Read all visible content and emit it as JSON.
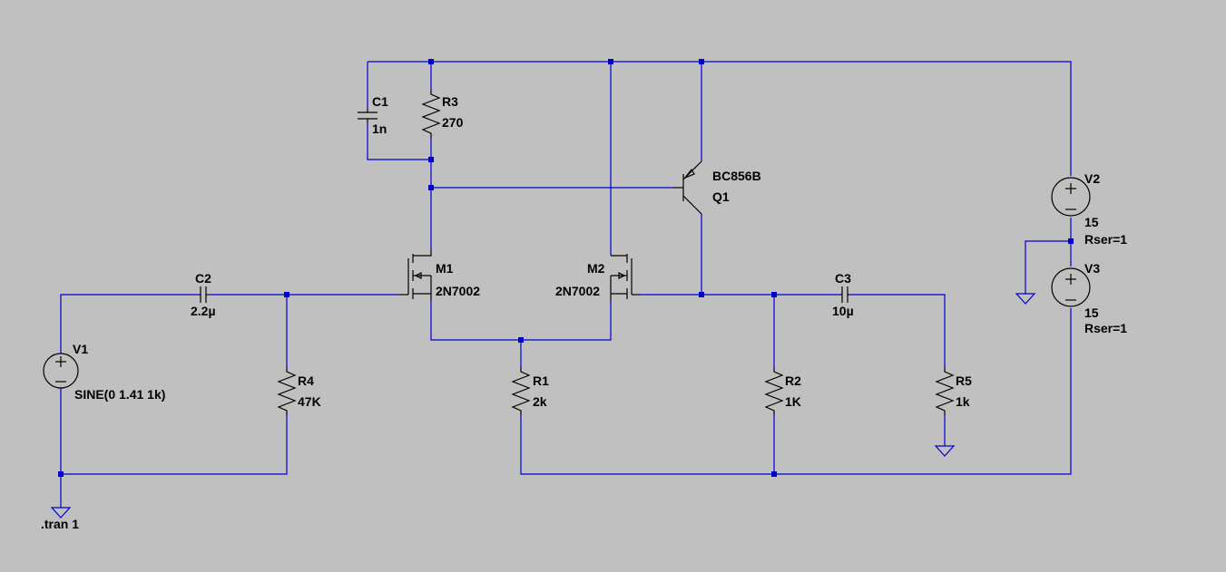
{
  "schematic": {
    "colors": {
      "background": "#c0c0c0",
      "wire": "#0000cc",
      "component": "#000000",
      "text": "#000000"
    },
    "components": {
      "C1": {
        "name": "C1",
        "value": "1n"
      },
      "R3": {
        "name": "R3",
        "value": "270"
      },
      "Q1": {
        "name": "Q1",
        "model": "BC856B"
      },
      "M1": {
        "name": "M1",
        "model": "2N7002"
      },
      "M2": {
        "name": "M2",
        "model": "2N7002"
      },
      "C2": {
        "name": "C2",
        "value": "2.2µ"
      },
      "C3": {
        "name": "C3",
        "value": "10µ"
      },
      "V1": {
        "name": "V1",
        "value": "SINE(0 1.41 1k)"
      },
      "V2": {
        "name": "V2",
        "value": "15",
        "param": "Rser=1"
      },
      "V3": {
        "name": "V3",
        "value": "15",
        "param": "Rser=1"
      },
      "R4": {
        "name": "R4",
        "value": "47K"
      },
      "R1": {
        "name": "R1",
        "value": "2k"
      },
      "R2": {
        "name": "R2",
        "value": "1K"
      },
      "R5": {
        "name": "R5",
        "value": "1k"
      }
    },
    "directive": ".tran 1"
  }
}
